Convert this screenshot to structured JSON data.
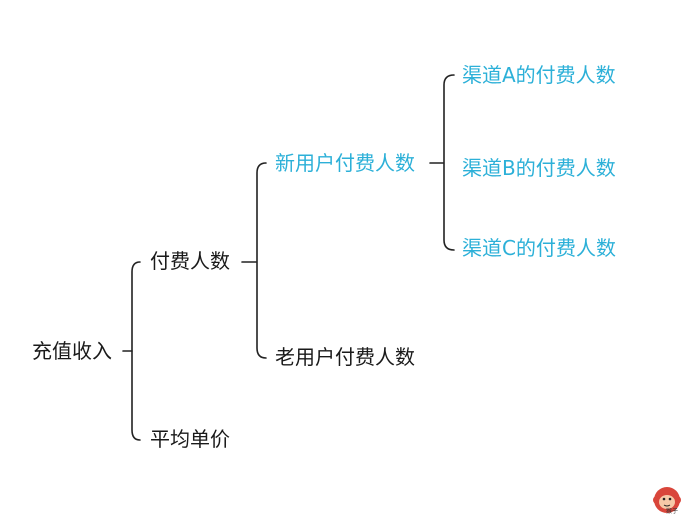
{
  "diagram": {
    "colors": {
      "line": "#222222",
      "text": "#1a1a1a",
      "accent": "#2cb0d8",
      "logo_red": "#d9463b"
    },
    "nodes": {
      "root": "充值收入",
      "payers": "付费人数",
      "avg_price": "平均单价",
      "new_payers": "新用户付费人数",
      "old_payers": "老用户付费人数",
      "channel_a": "渠道A的付费人数",
      "channel_b": "渠道B的付费人数",
      "channel_c": "渠道C的付费人数"
    },
    "highlighted": [
      "new_payers",
      "channel_a",
      "channel_b",
      "channel_c"
    ]
  },
  "watermark": {
    "icon": "monkey-logo-icon",
    "text": "猴子"
  }
}
